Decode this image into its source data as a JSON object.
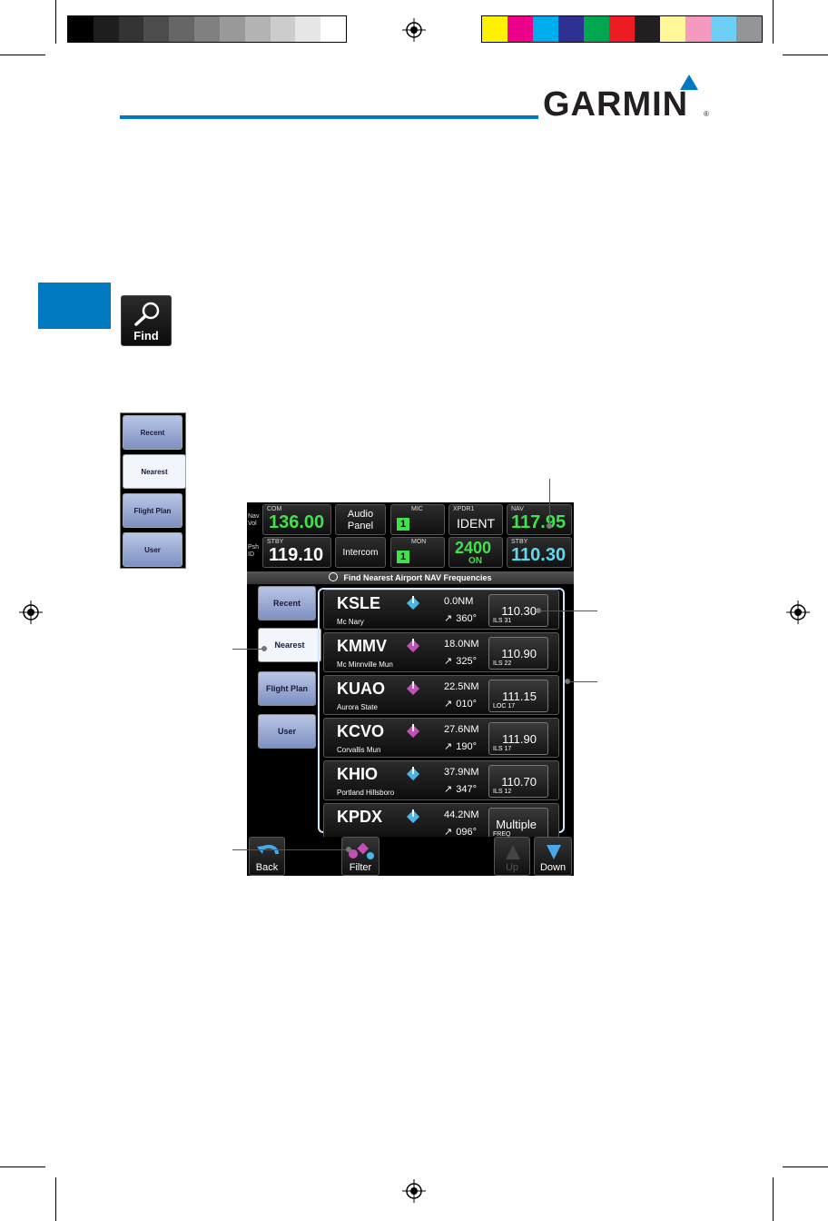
{
  "brand": {
    "name": "GARMIN",
    "reg": "®"
  },
  "colors": {
    "accent": "#0079c1",
    "green": "#3fe24a",
    "cyan": "#5fd8f0"
  },
  "find_button": {
    "label": "Find",
    "icon": "magnifier-icon"
  },
  "small_tabs": [
    "Recent",
    "Nearest",
    "Flight Plan",
    "User"
  ],
  "screen": {
    "com": {
      "label": "COM",
      "freq": "136.00",
      "stby_label": "STBY",
      "stby": "119.10"
    },
    "nav_vol": "Nav Vol",
    "psh_id": "Psh ID",
    "audio_panel": "Audio Panel",
    "intercom": "Intercom",
    "mic": {
      "label": "MIC",
      "value": "1"
    },
    "mon": {
      "label": "MON",
      "value": "1"
    },
    "xpdr": {
      "label": "XPDR1",
      "ident": "IDENT",
      "code": "2400",
      "mode": "ON"
    },
    "nav": {
      "label": "NAV",
      "freq": "117.95",
      "stby_label": "STBY",
      "stby": "110.30"
    },
    "title": "Find Nearest Airport NAV Frequencies",
    "tabs": [
      "Recent",
      "Nearest",
      "Flight Plan",
      "User"
    ],
    "rows": [
      {
        "ident": "KSLE",
        "name": "Mc Nary",
        "dist": "0.0NM",
        "brg": "360°",
        "freq": "110.30",
        "apch": "ILS 31",
        "color": "#49b6e8"
      },
      {
        "ident": "KMMV",
        "name": "Mc Minnville Mun",
        "dist": "18.0NM",
        "brg": "325°",
        "freq": "110.90",
        "apch": "ILS 22",
        "color": "#c24fb5"
      },
      {
        "ident": "KUAO",
        "name": "Aurora State",
        "dist": "22.5NM",
        "brg": "010°",
        "freq": "111.15",
        "apch": "LOC 17",
        "color": "#c24fb5"
      },
      {
        "ident": "KCVO",
        "name": "Corvallis Mun",
        "dist": "27.6NM",
        "brg": "190°",
        "freq": "111.90",
        "apch": "ILS 17",
        "color": "#c24fb5"
      },
      {
        "ident": "KHIO",
        "name": "Portland Hillsboro",
        "dist": "37.9NM",
        "brg": "347°",
        "freq": "110.70",
        "apch": "ILS 12",
        "color": "#49b6e8"
      },
      {
        "ident": "KPDX",
        "name": "",
        "dist": "44.2NM",
        "brg": "096°",
        "freq": "Multiple",
        "apch": "FREQ",
        "color": "#49b6e8"
      }
    ],
    "bottom": {
      "back": "Back",
      "filter": "Filter",
      "up": "Up",
      "down": "Down"
    }
  }
}
